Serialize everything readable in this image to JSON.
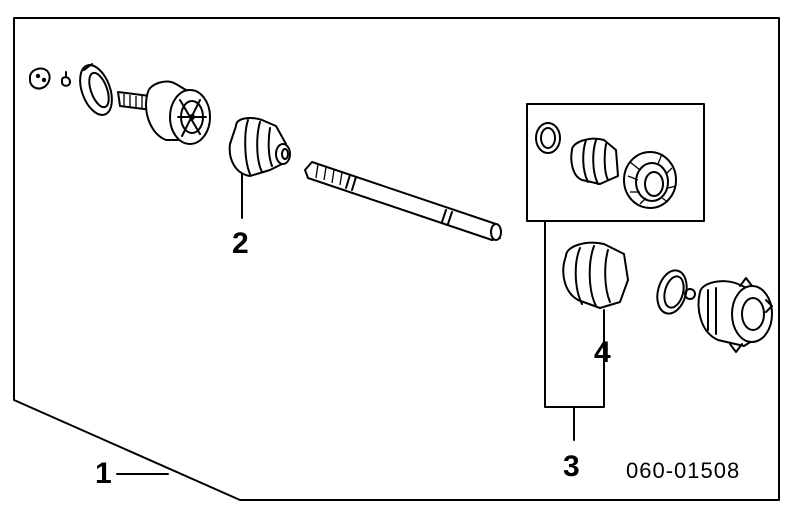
{
  "callouts": {
    "c1": "1",
    "c2": "2",
    "c3": "3",
    "c4": "4"
  },
  "drawing_number": "060-01508"
}
